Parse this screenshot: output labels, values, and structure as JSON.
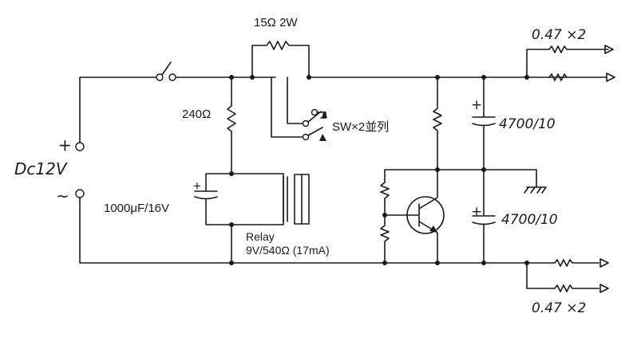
{
  "labels": {
    "plus": "+",
    "minus": "~",
    "dc_input": "Dc12V",
    "r_15ohm": "15Ω 2W",
    "r_240": "240Ω",
    "c_1000": "1000μF/16V",
    "sw_parallel": "SW×2並列",
    "relay": "Relay",
    "relay_spec": "9V/540Ω (17mA)",
    "c_4700_upper": "4700/10",
    "c_4700_lower": "4700/10",
    "r_out_top": "0.47 ×2",
    "r_out_bottom": "0.47 ×2"
  }
}
